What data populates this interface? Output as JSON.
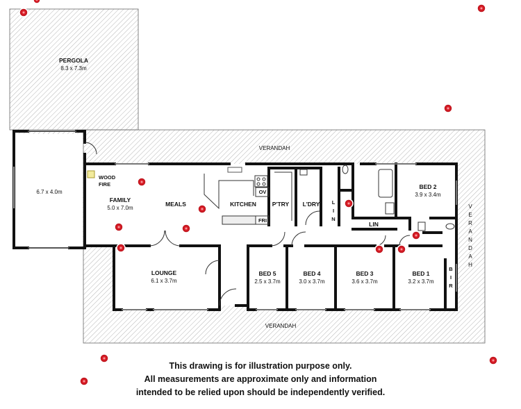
{
  "rooms": {
    "pergola": {
      "name": "PERGOLA",
      "dim": "8.3 x 7.3m"
    },
    "carport": {
      "dim": "6.7 x 4.0m"
    },
    "family": {
      "name": "FAMILY",
      "dim": "5.0 x 7.0m"
    },
    "wood_fire": {
      "line1": "WOOD",
      "line2": "FIRE"
    },
    "meals": {
      "name": "MEALS"
    },
    "kitchen": {
      "name": "KITCHEN"
    },
    "oven": {
      "name": "OV"
    },
    "fridge": {
      "name": "FRI"
    },
    "pantry": {
      "name": "P'TRY"
    },
    "laundry": {
      "name": "L'DRY"
    },
    "linen_vertical": {
      "letters": [
        "L",
        "I",
        "N"
      ]
    },
    "linen": {
      "name": "LIN"
    },
    "bed2": {
      "name": "BED 2",
      "dim": "3.9 x 3.4m"
    },
    "lounge": {
      "name": "LOUNGE",
      "dim": "6.1 x 3.7m"
    },
    "bed5": {
      "name": "BED 5",
      "dim": "2.5 x 3.7m"
    },
    "bed4": {
      "name": "BED 4",
      "dim": "3.0 x 3.7m"
    },
    "bed3": {
      "name": "BED 3",
      "dim": "3.6 x 3.7m"
    },
    "bed1": {
      "name": "BED 1",
      "dim": "3.2 x 3.7m"
    },
    "bir": {
      "letters": [
        "B",
        "I",
        "R"
      ]
    }
  },
  "verandah": {
    "top": "VERANDAH",
    "bottom": "VERANDAH",
    "right_letters": [
      "V",
      "E",
      "R",
      "A",
      "N",
      "D",
      "A",
      "H"
    ]
  },
  "disclaimer": {
    "line1": "This drawing is for illustration purpose only.",
    "line2": "All measurements are approximate only and information",
    "line3": "intended to be relied upon should be independently verified."
  },
  "colors": {
    "wall": "#111111",
    "hatch": "#9a9a9a",
    "marker": "#e0202a"
  }
}
